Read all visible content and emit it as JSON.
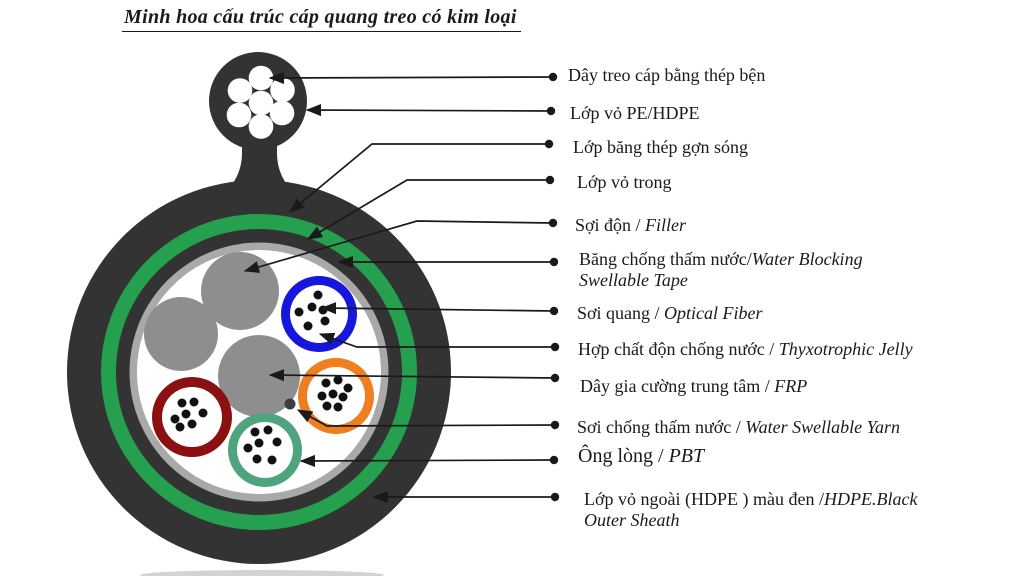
{
  "title": "Minh hoa cấu trúc cáp quang treo có kim loại",
  "labels": [
    {
      "vi": "Dây treo cáp bằng thép bện",
      "en": ""
    },
    {
      "vi": "Lớp vỏ PE/HDPE",
      "en": ""
    },
    {
      "vi": "Lớp băng thép gợn sóng",
      "en": ""
    },
    {
      "vi": "Lớp vỏ trong",
      "en": ""
    },
    {
      "vi": "Sợi độn / ",
      "en": "Filler"
    },
    {
      "vi": "Băng chống thấm nước/",
      "en": "Water Blocking Swellable Tape"
    },
    {
      "vi": "Sơi quang / ",
      "en": "Optical Fiber"
    },
    {
      "vi": "Hợp chất độn chống nước / ",
      "en": "Thyxotrophic Jelly"
    },
    {
      "vi": "Dây gia cường trung tâm / ",
      "en": "FRP"
    },
    {
      "vi": "Sơi chống thấm nước / ",
      "en": "Water Swellable Yarn"
    },
    {
      "vi": "Ông lòng / ",
      "en": "PBT"
    },
    {
      "vi": "Lớp vỏ ngoài (HDPE ) màu đen /",
      "en": "HDPE.Black Outer Sheath"
    }
  ],
  "figure": {
    "steel_strand_count": 7,
    "loose_tube_count": 4,
    "filler_circle_count": 3,
    "fiber_dot_counts": {
      "blue_tube": 6,
      "orange_tube": 8,
      "red_tube": 7,
      "green_tube": 7
    }
  },
  "colors": {
    "sheath": "#333333",
    "inner_sheath_green": "#24a04f",
    "water_tape_gray": "#a9a9a9",
    "core_white": "#ffffff",
    "filler_gray": "#8e8e8e",
    "tube_blue": "#1616dd",
    "tube_orange": "#ee7f1f",
    "tube_red": "#8b1111",
    "tube_green": "#4fa37d",
    "yarn_dot": "#3c3c3c",
    "fiber_dot": "#111111",
    "ink": "#1a1a1a",
    "shadow": "#c4c4c4"
  }
}
